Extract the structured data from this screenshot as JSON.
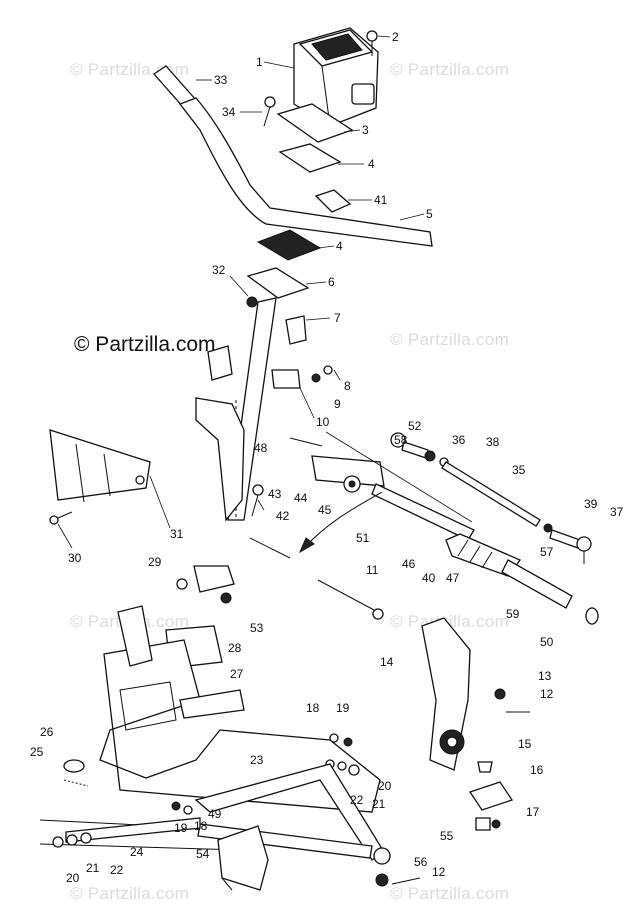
{
  "watermarks": {
    "main": "© Partzilla.com",
    "faint": "© Partzilla.com"
  },
  "callouts": [
    "1",
    "2",
    "33",
    "34",
    "3",
    "4",
    "41",
    "5",
    "4",
    "6",
    "32",
    "7",
    "8",
    "9",
    "10",
    "48",
    "52",
    "36",
    "38",
    "58",
    "43",
    "44",
    "45",
    "35",
    "42",
    "31",
    "51",
    "39",
    "37",
    "30",
    "46",
    "40",
    "47",
    "57",
    "29",
    "11",
    "59",
    "53",
    "28",
    "50",
    "14",
    "27",
    "13",
    "12",
    "18",
    "19",
    "26",
    "15",
    "25",
    "16",
    "23",
    "20",
    "22",
    "21",
    "49",
    "17",
    "55",
    "19",
    "18",
    "24",
    "54",
    "56",
    "12",
    "21",
    "22",
    "20"
  ]
}
